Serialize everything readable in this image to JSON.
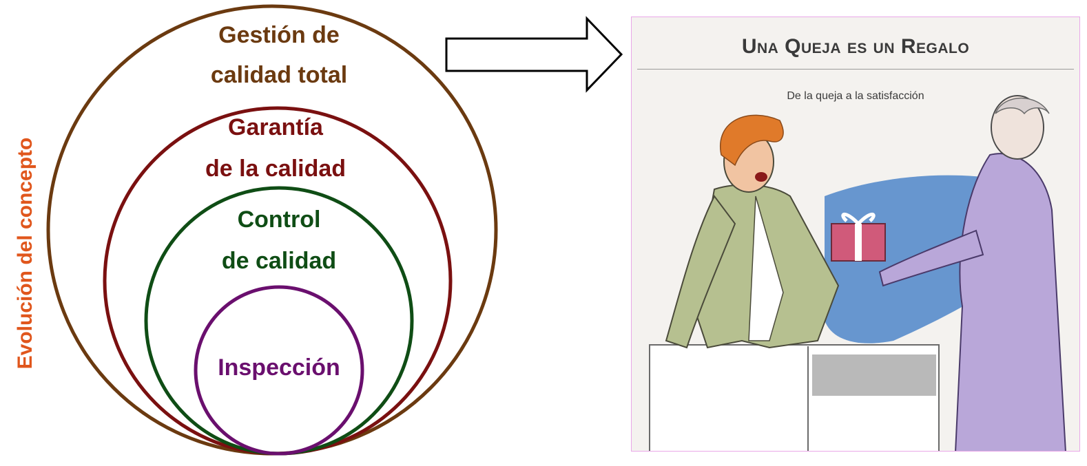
{
  "side_label": "Evolución del concepto",
  "rings": [
    {
      "line1": "Gestión de",
      "line2": "calidad total",
      "color": "#6b3a10"
    },
    {
      "line1": "Garantía",
      "line2": "de la calidad",
      "color": "#7a1010"
    },
    {
      "line1": "Control",
      "line2": "de calidad",
      "color": "#0f4d15"
    },
    {
      "line1": "Inspección",
      "line2": "",
      "color": "#6a0f6e"
    }
  ],
  "arrow": {
    "direction": "right"
  },
  "book": {
    "title": "Una Queja es un Regalo",
    "subtitle": "De la queja a la satisfacción",
    "illustration": "complaining-customer-handing-gift-to-clerk"
  }
}
